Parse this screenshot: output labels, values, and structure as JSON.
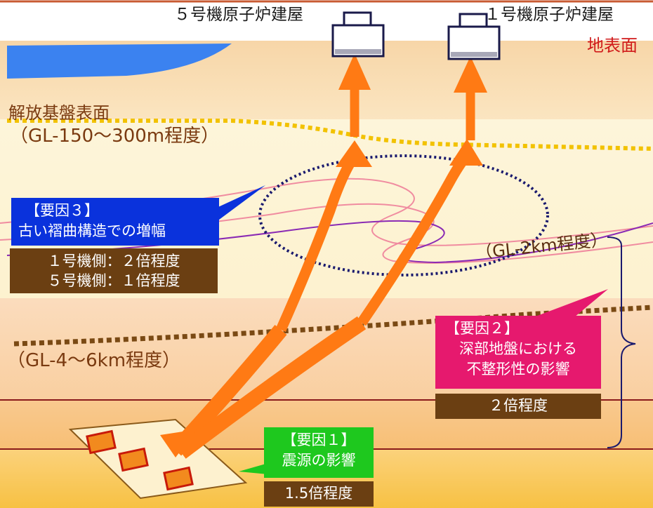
{
  "labels": {
    "unit5_building": "５号機原子炉建屋",
    "unit1_building": "１号機原子炉建屋",
    "ground_surface": "地表面",
    "bedrock_surface": "解放基盤表面",
    "bedrock_depth": "（GL-150〜300m程度）",
    "fold_depth": "（GL-2km程度）",
    "deep_depth": "（GL-4〜6km程度）"
  },
  "factor3": {
    "title": "【要因３】",
    "desc": "古い褶曲構造での増幅",
    "value_unit1": "１号機側：２倍程度",
    "value_unit5": "５号機側：１倍程度",
    "color": "#0a32dc"
  },
  "factor2": {
    "title": "【要因２】",
    "desc_line1": "深部地盤における",
    "desc_line2": "不整形性の影響",
    "value": "２倍程度",
    "color": "#e6196e"
  },
  "factor1": {
    "title": "【要因１】",
    "desc": "震源の影響",
    "value": "1.5倍程度",
    "color": "#1ec81e"
  },
  "colors": {
    "arrow": "#ff7a14",
    "value_box": "#6b3f12",
    "ocean": "#3b82f0",
    "fold_ellipse": "#1a1a6e",
    "bedrock_line": "#f2c200",
    "deep_line": "#7a4a14"
  }
}
